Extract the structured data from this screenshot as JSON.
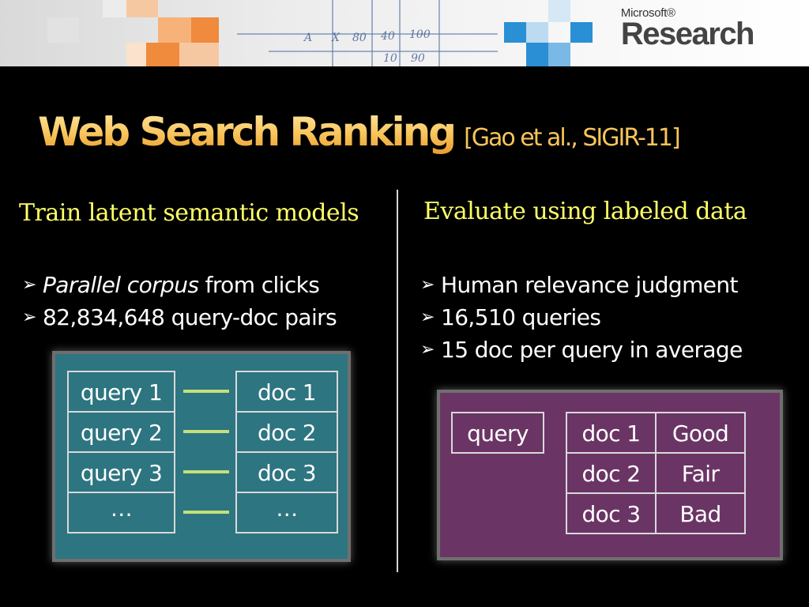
{
  "logo": {
    "small": "Microsoft®",
    "big": "Research"
  },
  "banner_sketch": [
    "A",
    "X",
    "80",
    "40",
    "100",
    "10",
    "90"
  ],
  "title": {
    "main": "Web Search Ranking",
    "cite": "[Gao et al., SIGIR-11]"
  },
  "left": {
    "heading": "Train latent semantic models",
    "bullets": [
      {
        "italic": "Parallel corpus",
        "rest": " from clicks"
      },
      {
        "italic": "",
        "rest": "82,834,648 query-doc pairs"
      }
    ],
    "rows": [
      {
        "query": "query 1",
        "doc": "doc 1"
      },
      {
        "query": "query 2",
        "doc": "doc 2"
      },
      {
        "query": "query 3",
        "doc": "doc 3"
      },
      {
        "query": "…",
        "doc": "…"
      }
    ]
  },
  "right": {
    "heading": "Evaluate using labeled data",
    "bullets": [
      "Human relevance judgment",
      "16,510 queries",
      "15 doc per query in average"
    ],
    "query_label": "query",
    "rows": [
      {
        "doc": "doc 1",
        "label": "Good"
      },
      {
        "doc": "doc 2",
        "label": "Fair"
      },
      {
        "doc": "doc 3",
        "label": "Bad"
      }
    ]
  },
  "bullet_glyph": "➢",
  "colors": {
    "title_gold": "#f8c45a",
    "heading_yellow": "#ffff66",
    "teal_panel": "#2d7580",
    "purple_panel": "#6a3565",
    "connector_green": "#c4e07c",
    "tile_orange": "#f08a3c",
    "tile_blue": "#2a8fd4"
  }
}
